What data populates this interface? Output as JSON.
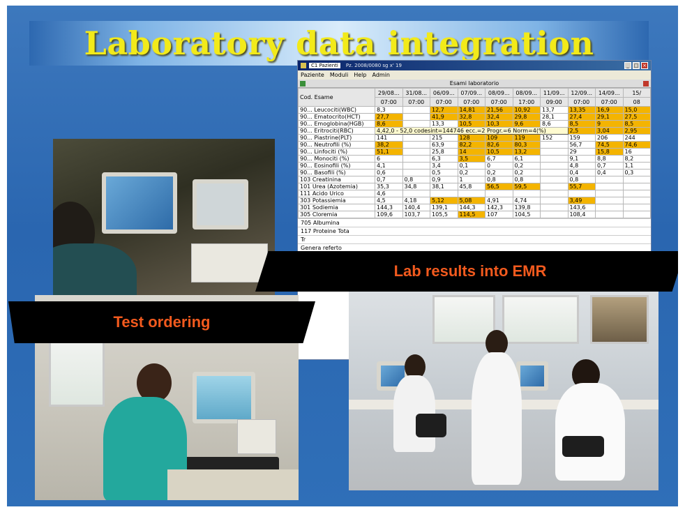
{
  "slide": {
    "title": "Laboratory data integration",
    "colors": {
      "background": "#2f6fb8",
      "title": "#f2ea1a",
      "banner_text": "#f25a1e",
      "highlight": "#f4b400"
    }
  },
  "lab_window": {
    "title": "C1 Pazienti",
    "subtitle": "Pz. 2008/0080 sg x' 19",
    "menu": [
      "Paziente",
      "Moduli",
      "Help",
      "Admin"
    ],
    "panel_title": "Esami laboratorio",
    "columns": [
      {
        "date": "Cod. Esame",
        "time": ""
      },
      {
        "date": "29/08...",
        "time": "07:00"
      },
      {
        "date": "31/08...",
        "time": "07:00"
      },
      {
        "date": "06/09...",
        "time": "07:00"
      },
      {
        "date": "07/09...",
        "time": "07:00"
      },
      {
        "date": "08/09...",
        "time": "07:00"
      },
      {
        "date": "08/09...",
        "time": "17:00"
      },
      {
        "date": "11/09...",
        "time": "09:00"
      },
      {
        "date": "12/09...",
        "time": "07:00"
      },
      {
        "date": "14/09...",
        "time": "07:00"
      },
      {
        "date": "15/",
        "time": "08"
      }
    ],
    "rows": [
      {
        "name": "90... Leucociti(WBC)",
        "cells": [
          "8,3",
          "",
          "12,7",
          "14,81",
          "21,56",
          "10,92",
          "13,7",
          "13,35",
          "16,9",
          "15,0"
        ],
        "hl": [
          2,
          3,
          4,
          5,
          7,
          8,
          9
        ]
      },
      {
        "name": "90... Ematocrito(HCT)",
        "cells": [
          "27,7",
          "",
          "41,9",
          "32,8",
          "32,4",
          "29,8",
          "28,1",
          "27,4",
          "29,1",
          "27,5"
        ],
        "hl": [
          0,
          2,
          3,
          4,
          5,
          7,
          8,
          9
        ]
      },
      {
        "name": "90... Emoglobina(HGB)",
        "cells": [
          "8,6",
          "",
          "13,3",
          "10,5",
          "10,3",
          "9,6",
          "8,6",
          "8,5",
          "9",
          "8,5"
        ],
        "hl": [
          0,
          3,
          4,
          5,
          7,
          8,
          9
        ]
      },
      {
        "name": "90... Eritrociti(RBC)",
        "cells": [
          "4,42,0 - 52,0 codesint=144746 ecc.=2 Progr.=6 Norm=4(%)",
          "",
          "",
          "",
          "",
          "",
          "",
          "2,5",
          "3,04",
          "2,95"
        ],
        "hl": [
          0,
          7,
          8,
          9
        ],
        "span": 7
      },
      {
        "name": "90... Piastrine(PLT)",
        "cells": [
          "141",
          "",
          "215",
          "128",
          "109",
          "119",
          "152",
          "159",
          "206",
          "244"
        ],
        "hl": [
          3,
          4,
          5
        ]
      },
      {
        "name": "90... Neutrofili (%)",
        "cells": [
          "38,2",
          "",
          "63,9",
          "82,2",
          "82,6",
          "80,3",
          "",
          "56,7",
          "74,5",
          "74,6"
        ],
        "hl": [
          0,
          3,
          4,
          5,
          8,
          9
        ]
      },
      {
        "name": "90... Linfociti (%)",
        "cells": [
          "51,1",
          "",
          "25,8",
          "14",
          "10,5",
          "13,2",
          "",
          "29",
          "15,8",
          "16"
        ],
        "hl": [
          0,
          3,
          4,
          5,
          8
        ]
      },
      {
        "name": "90... Monociti (%)",
        "cells": [
          "6",
          "",
          "6,3",
          "3,5",
          "6,7",
          "6,1",
          "",
          "9,1",
          "8,8",
          "8,2"
        ],
        "hl": [
          3
        ]
      },
      {
        "name": "90... Eosinofili (%)",
        "cells": [
          "4,1",
          "",
          "3,4",
          "0,1",
          "0",
          "0,2",
          "",
          "4,8",
          "0,7",
          "1,1"
        ],
        "hl": []
      },
      {
        "name": "90... Basofili (%)",
        "cells": [
          "0,6",
          "",
          "0,5",
          "0,2",
          "0,2",
          "0,2",
          "",
          "0,4",
          "0,4",
          "0,3"
        ],
        "hl": []
      },
      {
        "name": "103 Creatinina",
        "cells": [
          "0,7",
          "0,8",
          "0,9",
          "1",
          "0,8",
          "0,8",
          "",
          "0,8",
          "",
          ""
        ],
        "hl": []
      },
      {
        "name": "101 Urea (Azotemia)",
        "cells": [
          "35,3",
          "34,8",
          "38,1",
          "45,8",
          "56,5",
          "59,5",
          "",
          "55,7",
          "",
          ""
        ],
        "hl": [
          4,
          5,
          7
        ]
      },
      {
        "name": "111 Acido Urico",
        "cells": [
          "4,6",
          "",
          "",
          "",
          "",
          "",
          "",
          "",
          "",
          ""
        ],
        "hl": []
      },
      {
        "name": "303 Potassiemia",
        "cells": [
          "4,5",
          "4,18",
          "5,12",
          "5,08",
          "4,91",
          "4,74",
          "",
          "3,49",
          "",
          ""
        ],
        "hl": [
          2,
          3,
          7
        ]
      },
      {
        "name": "301 Sodiemia",
        "cells": [
          "144,3",
          "140,4",
          "139,1",
          "144,3",
          "142,3",
          "139,8",
          "",
          "143,6",
          "",
          ""
        ],
        "hl": []
      },
      {
        "name": "305 Cloremia",
        "cells": [
          "109,6",
          "103,7",
          "105,5",
          "114,5",
          "107",
          "104,5",
          "",
          "108,4",
          "",
          ""
        ],
        "hl": [
          3
        ]
      }
    ],
    "hidden_rows": [
      "705 Albumina",
      "117 Proteine Tota"
    ],
    "bottom_items": [
      "Tr",
      "Genera referto"
    ]
  },
  "banners": {
    "emr": "Lab results into EMR",
    "test": "Test ordering"
  }
}
